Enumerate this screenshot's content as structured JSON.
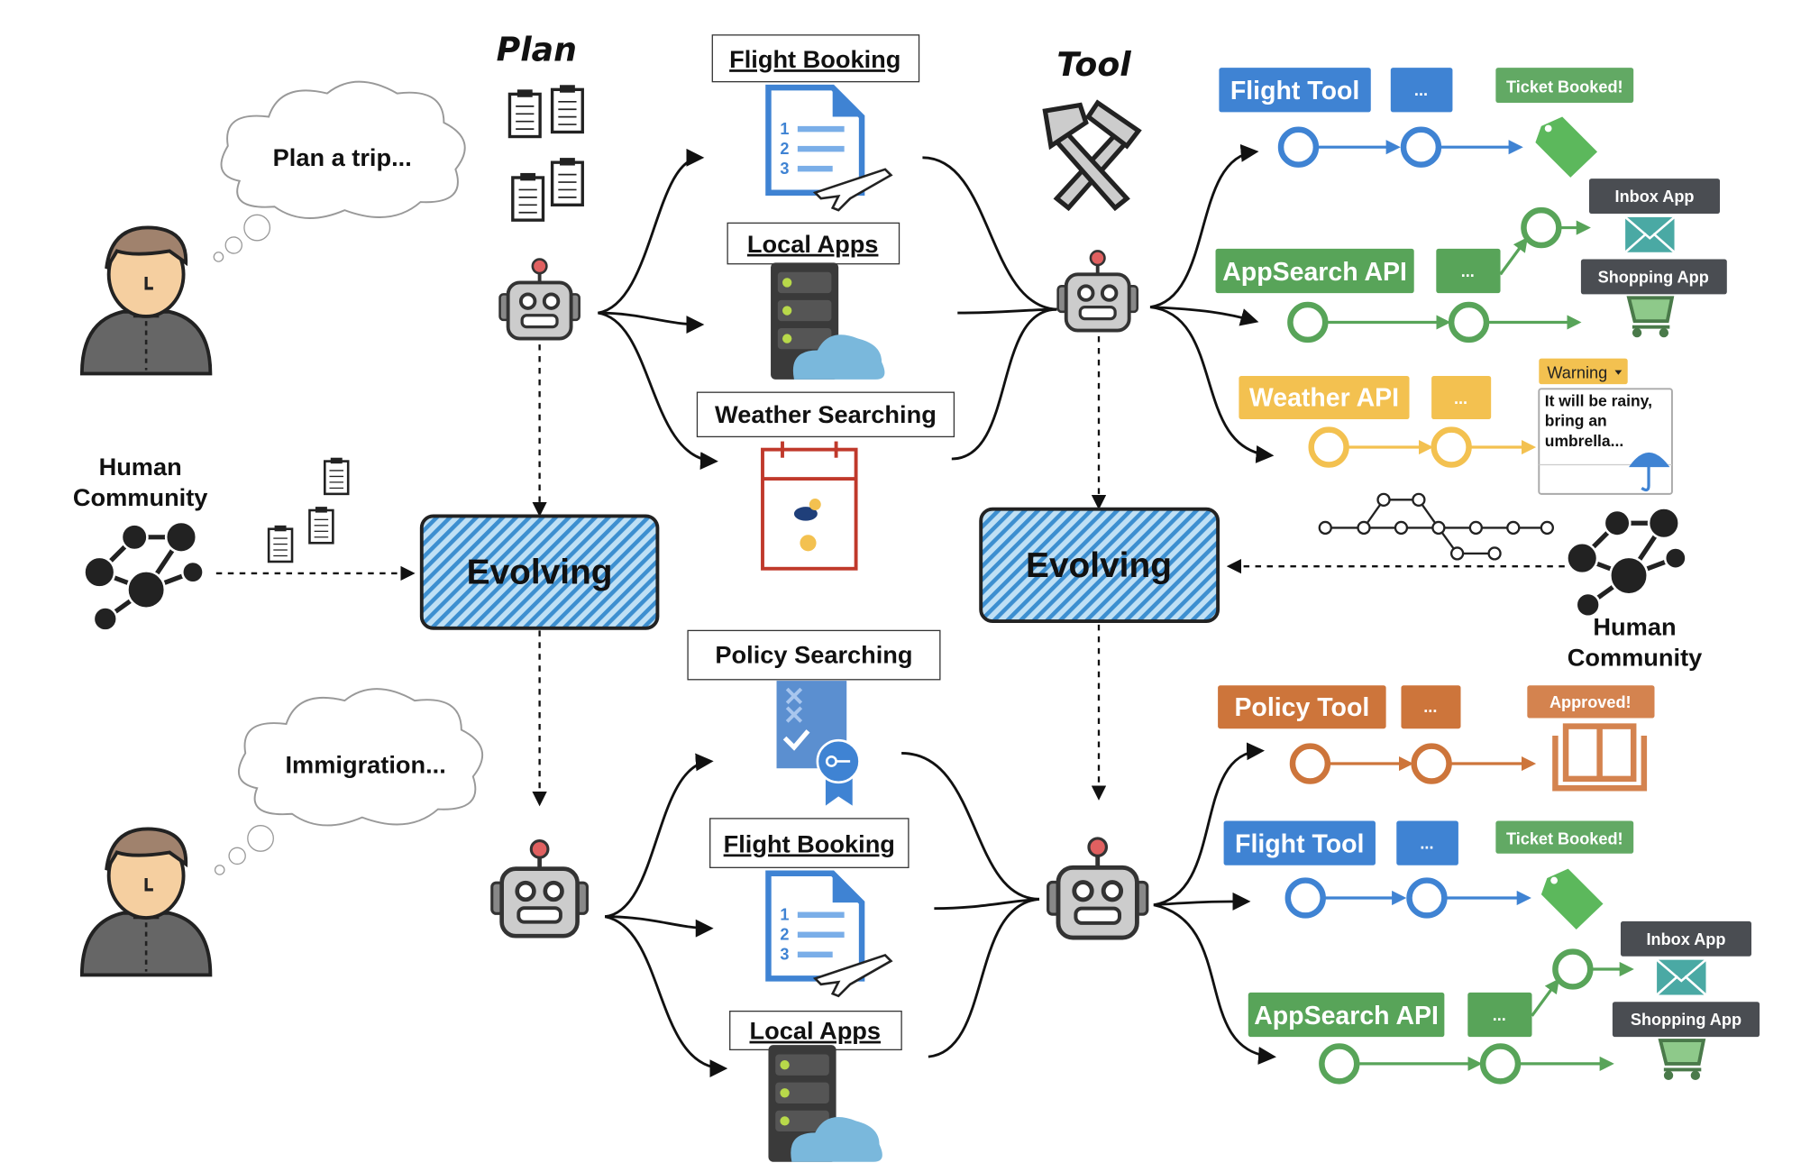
{
  "top": {
    "user_prompt": "Plan a trip...",
    "plan_label": "Plan",
    "tool_label": "Tool",
    "capabilities": [
      "Flight Booking",
      "Local Apps",
      "Weather Searching"
    ],
    "evolving_left": "Evolving",
    "evolving_right": "Evolving",
    "tools": [
      {
        "name": "Flight Tool",
        "more": "...",
        "color": "#3f83d3",
        "result": "Ticket Booked!",
        "result_color": "#62a964"
      },
      {
        "name": "AppSearch API",
        "more": "...",
        "color": "#58a459",
        "results": [
          "Inbox App",
          "Shopping App"
        ],
        "result_color": "#4a4d52"
      },
      {
        "name": "Weather API",
        "more": "...",
        "color": "#f3c150",
        "result": "Warning",
        "message": "It will be rainy, bring an umbrella..."
      }
    ]
  },
  "community_left": {
    "label_line1": "Human",
    "label_line2": "Community"
  },
  "community_right": {
    "label_line1": "Human",
    "label_line2": "Community"
  },
  "bottom": {
    "user_prompt": "Immigration...",
    "capabilities": [
      "Policy Searching",
      "Flight Booking",
      "Local Apps"
    ],
    "tools": [
      {
        "name": "Policy Tool",
        "more": "...",
        "color": "#cd753b",
        "result": "Approved!",
        "result_color": "#d4834f"
      },
      {
        "name": "Flight Tool",
        "more": "...",
        "color": "#3f83d3",
        "result": "Ticket Booked!",
        "result_color": "#62a964"
      },
      {
        "name": "AppSearch API",
        "more": "...",
        "color": "#58a459",
        "results": [
          "Inbox App",
          "Shopping App"
        ],
        "result_color": "#4a4d52"
      }
    ]
  },
  "colors": {
    "evolving_fill": "#5aa9e0",
    "arrow": "#111111"
  }
}
